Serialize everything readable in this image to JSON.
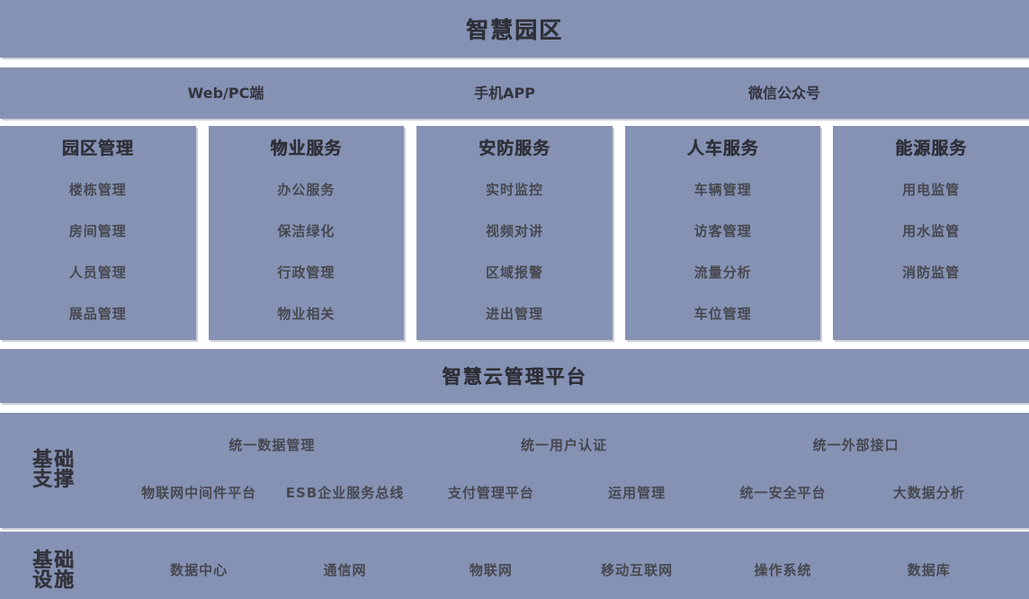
{
  "colors": {
    "panel_bg": "#8592B4",
    "text_dark": "#2E2F37",
    "text_item": "#47484F",
    "page_bg": "#FFFFFF"
  },
  "top_banner": {
    "title": "智慧园区"
  },
  "access_bar": {
    "items": [
      {
        "label": "Web/PC端"
      },
      {
        "label": "手机APP"
      },
      {
        "label": "微信公众号"
      }
    ]
  },
  "service_columns": [
    {
      "header": "园区管理",
      "items": [
        "楼栋管理",
        "房间管理",
        "人员管理",
        "展品管理"
      ]
    },
    {
      "header": "物业服务",
      "items": [
        "办公服务",
        "保洁绿化",
        "行政管理",
        "物业相关"
      ]
    },
    {
      "header": "安防服务",
      "items": [
        "实时监控",
        "视频对讲",
        "区域报警",
        "进出管理"
      ]
    },
    {
      "header": "人车服务",
      "items": [
        "车辆管理",
        "访客管理",
        "流量分析",
        "车位管理"
      ]
    },
    {
      "header": "能源服务",
      "items": [
        "用电监管",
        "用水监管",
        "消防监管"
      ]
    }
  ],
  "platform_banner": {
    "title": "智慧云管理平台"
  },
  "foundation_support": {
    "label_line1": "基础",
    "label_line2": "支撑",
    "row1": [
      "统一数据管理",
      "统一用户认证",
      "统一外部接口"
    ],
    "row2": [
      "物联网中间件平台",
      "ESB企业服务总线",
      "支付管理平台",
      "运用管理",
      "统一安全平台",
      "大数据分析"
    ]
  },
  "infrastructure": {
    "label_line1": "基础",
    "label_line2": "设施",
    "items": [
      "数据中心",
      "通信网",
      "物联网",
      "移动互联网",
      "操作系统",
      "数据库"
    ]
  }
}
